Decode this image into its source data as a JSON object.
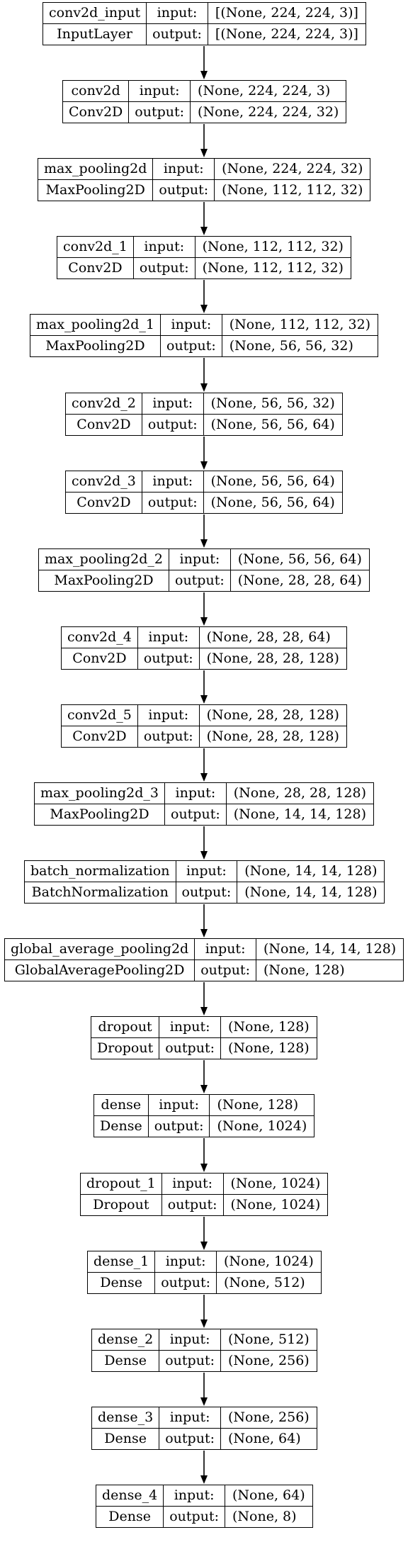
{
  "layers": [
    {
      "name": "conv2d_input",
      "type": "InputLayer",
      "input_label": "input:",
      "output_label": "output:",
      "input_shape": "[(None, 224, 224, 3)]",
      "output_shape": "[(None, 224, 224, 3)]"
    },
    {
      "name": "conv2d",
      "type": "Conv2D",
      "input_label": "input:",
      "output_label": "output:",
      "input_shape": "(None, 224, 224, 3)",
      "output_shape": "(None, 224, 224, 32)"
    },
    {
      "name": "max_pooling2d",
      "type": "MaxPooling2D",
      "input_label": "input:",
      "output_label": "output:",
      "input_shape": "(None, 224, 224, 32)",
      "output_shape": "(None, 112, 112, 32)"
    },
    {
      "name": "conv2d_1",
      "type": "Conv2D",
      "input_label": "input:",
      "output_label": "output:",
      "input_shape": "(None, 112, 112, 32)",
      "output_shape": "(None, 112, 112, 32)"
    },
    {
      "name": "max_pooling2d_1",
      "type": "MaxPooling2D",
      "input_label": "input:",
      "output_label": "output:",
      "input_shape": "(None, 112, 112, 32)",
      "output_shape": "(None, 56, 56, 32)"
    },
    {
      "name": "conv2d_2",
      "type": "Conv2D",
      "input_label": "input:",
      "output_label": "output:",
      "input_shape": "(None, 56, 56, 32)",
      "output_shape": "(None, 56, 56, 64)"
    },
    {
      "name": "conv2d_3",
      "type": "Conv2D",
      "input_label": "input:",
      "output_label": "output:",
      "input_shape": "(None, 56, 56, 64)",
      "output_shape": "(None, 56, 56, 64)"
    },
    {
      "name": "max_pooling2d_2",
      "type": "MaxPooling2D",
      "input_label": "input:",
      "output_label": "output:",
      "input_shape": "(None, 56, 56, 64)",
      "output_shape": "(None, 28, 28, 64)"
    },
    {
      "name": "conv2d_4",
      "type": "Conv2D",
      "input_label": "input:",
      "output_label": "output:",
      "input_shape": "(None, 28, 28, 64)",
      "output_shape": "(None, 28, 28, 128)"
    },
    {
      "name": "conv2d_5",
      "type": "Conv2D",
      "input_label": "input:",
      "output_label": "output:",
      "input_shape": "(None, 28, 28, 128)",
      "output_shape": "(None, 28, 28, 128)"
    },
    {
      "name": "max_pooling2d_3",
      "type": "MaxPooling2D",
      "input_label": "input:",
      "output_label": "output:",
      "input_shape": "(None, 28, 28, 128)",
      "output_shape": "(None, 14, 14, 128)"
    },
    {
      "name": "batch_normalization",
      "type": "BatchNormalization",
      "input_label": "input:",
      "output_label": "output:",
      "input_shape": "(None, 14, 14, 128)",
      "output_shape": "(None, 14, 14, 128)"
    },
    {
      "name": "global_average_pooling2d",
      "type": "GlobalAveragePooling2D",
      "input_label": "input:",
      "output_label": "output:",
      "input_shape": "(None, 14, 14, 128)",
      "output_shape": "(None, 128)"
    },
    {
      "name": "dropout",
      "type": "Dropout",
      "input_label": "input:",
      "output_label": "output:",
      "input_shape": "(None, 128)",
      "output_shape": "(None, 128)"
    },
    {
      "name": "dense",
      "type": "Dense",
      "input_label": "input:",
      "output_label": "output:",
      "input_shape": "(None, 128)",
      "output_shape": "(None, 1024)"
    },
    {
      "name": "dropout_1",
      "type": "Dropout",
      "input_label": "input:",
      "output_label": "output:",
      "input_shape": "(None, 1024)",
      "output_shape": "(None, 1024)"
    },
    {
      "name": "dense_1",
      "type": "Dense",
      "input_label": "input:",
      "output_label": "output:",
      "input_shape": "(None, 1024)",
      "output_shape": "(None, 512)"
    },
    {
      "name": "dense_2",
      "type": "Dense",
      "input_label": "input:",
      "output_label": "output:",
      "input_shape": "(None, 512)",
      "output_shape": "(None, 256)"
    },
    {
      "name": "dense_3",
      "type": "Dense",
      "input_label": "input:",
      "output_label": "output:",
      "input_shape": "(None, 256)",
      "output_shape": "(None, 64)"
    },
    {
      "name": "dense_4",
      "type": "Dense",
      "input_label": "input:",
      "output_label": "output:",
      "input_shape": "(None, 64)",
      "output_shape": "(None, 8)"
    }
  ],
  "style": {
    "line_color": "#000000",
    "background_color": "#ffffff"
  }
}
